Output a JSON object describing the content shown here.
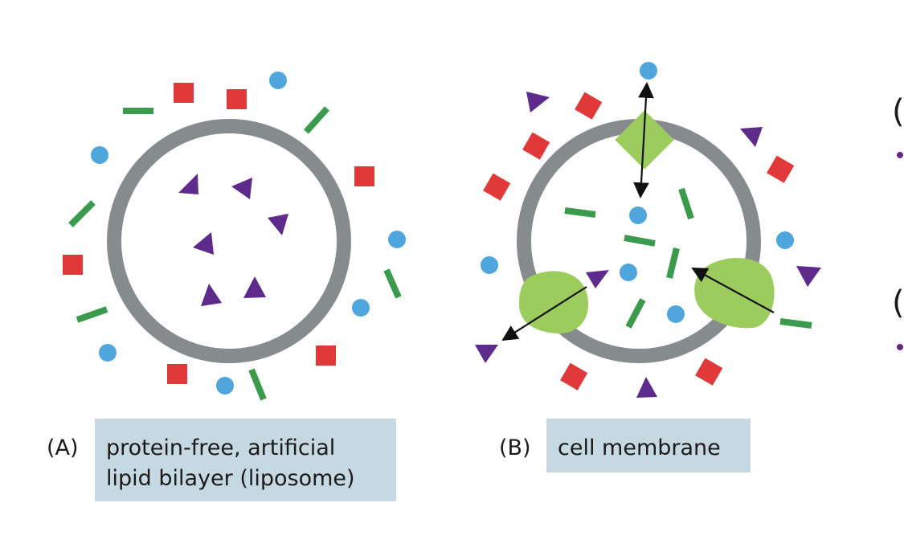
{
  "colors": {
    "membrane": "#868b8d",
    "circle_molecule": "#4ea6dc",
    "square_molecule": "#e13939",
    "bar_molecule": "#3a9b4c",
    "triangle_molecule": "#5e2a8c",
    "protein": "#9ccc5e",
    "caption_box": "#c6d9e3",
    "arrow": "#111111"
  },
  "panels": [
    {
      "letter": "(A)",
      "caption_lines": [
        "protein-free, artificial",
        "lipid bilayer (liposome)"
      ]
    },
    {
      "letter": "(B)",
      "caption_lines": [
        "cell membrane"
      ]
    }
  ],
  "cropped_edge": {
    "top_glyph": "(",
    "bottom_glyph": "("
  }
}
